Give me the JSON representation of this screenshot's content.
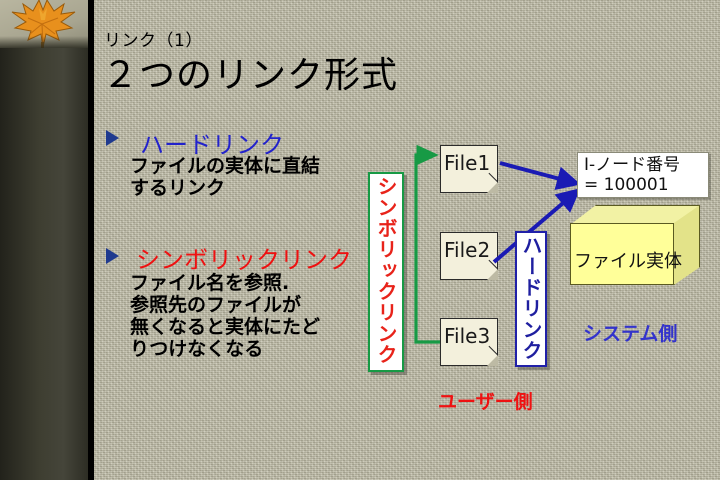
{
  "slide": {
    "kicker": "リンク（1）",
    "title": "２つのリンク形式"
  },
  "bullets": [
    {
      "heading": "ハードリンク",
      "heading_color": "#2222cc",
      "body": "ファイルの実体に直結\nするリンク"
    },
    {
      "heading": "シンボリックリンク",
      "heading_color": "#ee1111",
      "body": "ファイル名を参照.\n参照先のファイルが\n無くなると実体にたど\nりつけなくなる"
    }
  ],
  "diagram": {
    "files": [
      {
        "label": "File1"
      },
      {
        "label": "File2"
      },
      {
        "label": "File3"
      }
    ],
    "symlink_label": "シンボリックリンク",
    "hardlink_label": "ハードリンク",
    "inode": {
      "line1": "I-ノード番号",
      "line2": "= 100001"
    },
    "cube_label": "ファイル実体",
    "captions": {
      "user_side": "ユーザー側",
      "system_side": "システム側"
    }
  },
  "colors": {
    "symlink_green": "#179a45",
    "hardlink_blue": "#1f1fa0",
    "user_side_red": "#ee1111",
    "system_side_blue": "#3333cc",
    "cube_yellow": "#ffff99",
    "background_beige": "#bdbaa4",
    "sidebar_dark": "#3e3e31"
  }
}
